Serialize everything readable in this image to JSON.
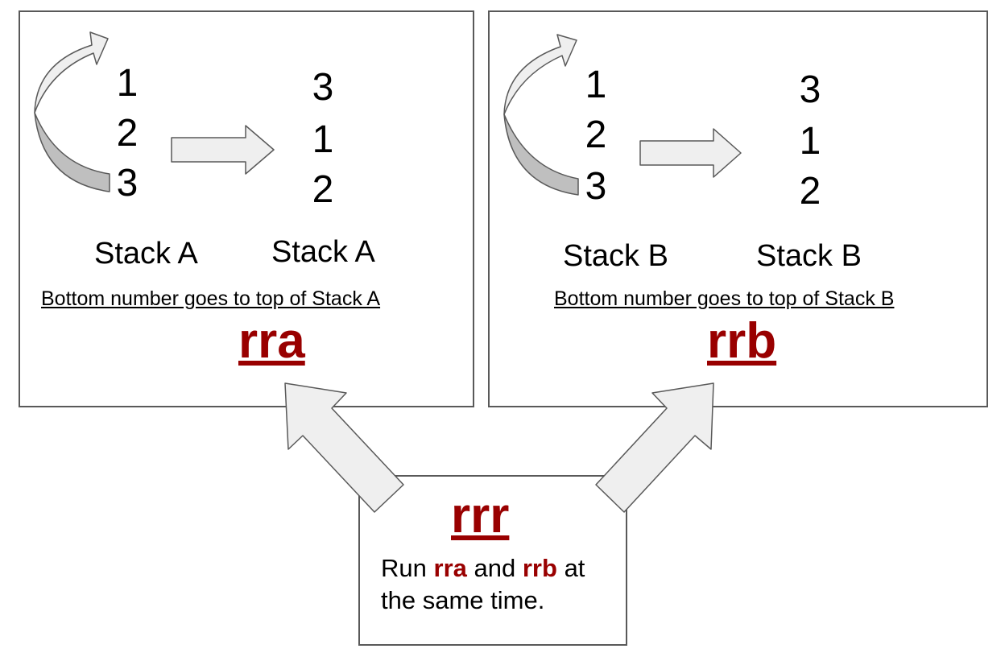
{
  "panel_a": {
    "before": [
      "1",
      "2",
      "3"
    ],
    "after": [
      "3",
      "1",
      "2"
    ],
    "label_before": "Stack A",
    "label_after": "Stack A",
    "description": "Bottom number goes to top of Stack A",
    "command": "rra"
  },
  "panel_b": {
    "before": [
      "1",
      "2",
      "3"
    ],
    "after": [
      "3",
      "1",
      "2"
    ],
    "label_before": "Stack B",
    "label_after": "Stack B",
    "description": "Bottom number goes to top of Stack B",
    "command": "rrb"
  },
  "rrr": {
    "command": "rrr",
    "text_run": "Run",
    "text_cmd_a": "rra",
    "text_and": "and",
    "text_cmd_b": "rrb",
    "text_end": "at the same time."
  },
  "colors": {
    "accent": "#990000",
    "border": "#595959",
    "arrow_fill": "#efefef",
    "arrow_shade": "#bfbfbf"
  },
  "icons": [
    "curved-rotate-arrow-icon",
    "right-arrow-icon",
    "diagonal-arrow-icon"
  ]
}
